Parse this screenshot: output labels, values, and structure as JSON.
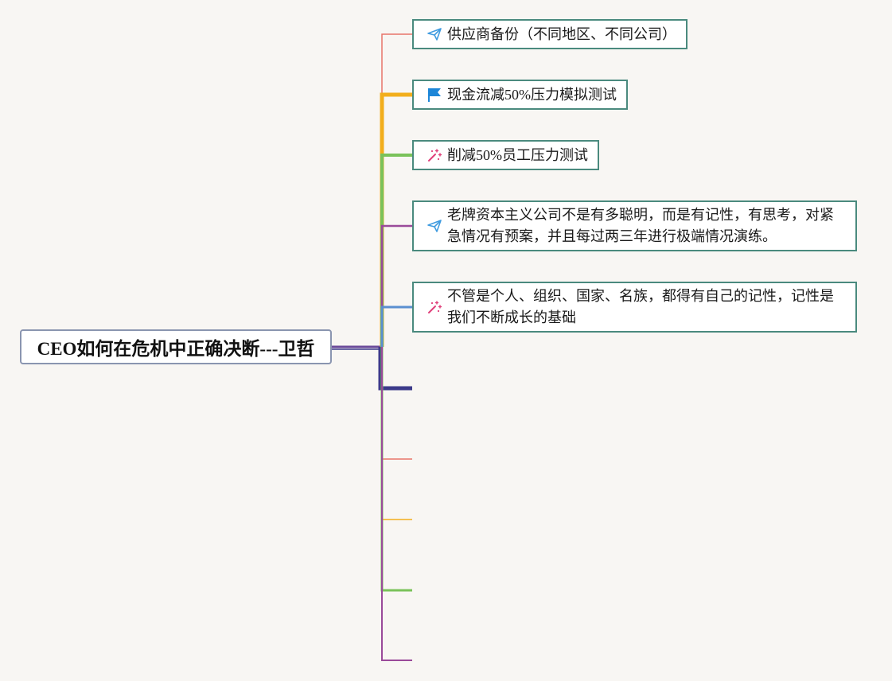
{
  "root": {
    "title": "CEO如何在危机中正确决断---卫哲"
  },
  "branches": [
    {
      "label": "供应商备份（不同地区、不同公司）",
      "icon": "paper-plane-icon",
      "color": "#e8756a"
    },
    {
      "label": "现金流减50%压力模拟测试",
      "icon": "flag-icon",
      "color": "#f2ae1c"
    },
    {
      "label": "削减50%员工压力测试",
      "icon": "magic-wand-icon",
      "color": "#7ac25a"
    },
    {
      "label": "老牌资本主义公司不是有多聪明，而是有记性，有思考，对紧急情况有预案，并且每过两三年进行极端情况演练。",
      "icon": "paper-plane-icon",
      "color": "#9a4a9a"
    },
    {
      "label": "不管是个人、组织、国家、名族，都得有自己的记性，记性是我们不断成长的基础",
      "icon": "magic-wand-icon",
      "color": "#5b8fd0"
    }
  ],
  "empty_branch_colors": [
    "#3c3a8a",
    "#e8756a",
    "#f2ae1c",
    "#7ac25a",
    "#9a4a9a"
  ],
  "icon_colors": {
    "paper-plane-icon": "#3f9be0",
    "flag-icon": "#1d86d8",
    "magic-wand-icon": "#e0407a"
  }
}
